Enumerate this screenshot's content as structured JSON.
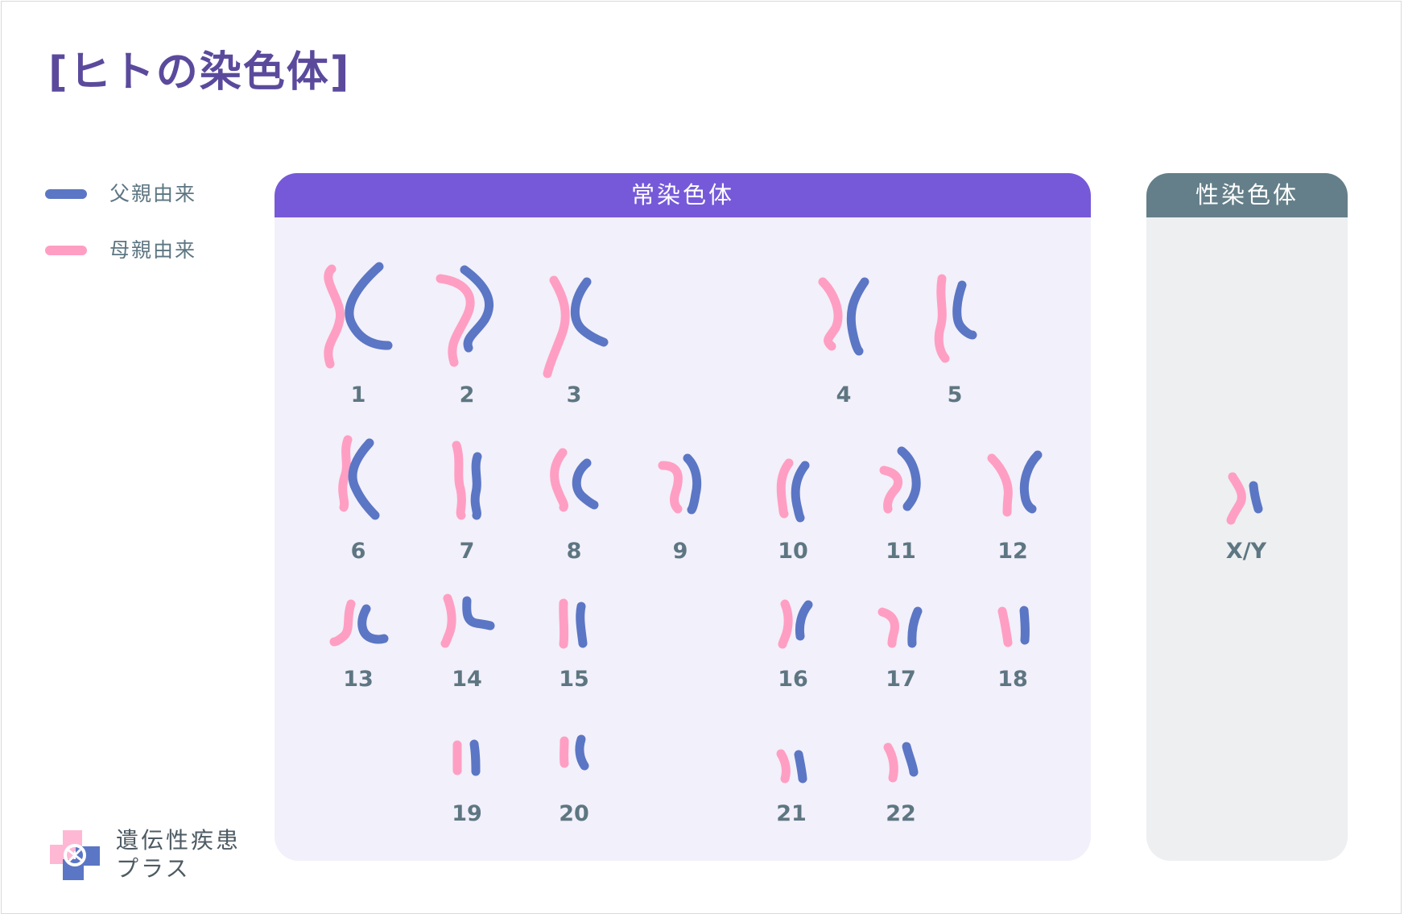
{
  "title": "[ヒトの染色体]",
  "legend": {
    "paternal": {
      "label": "父親由来",
      "color": "#5b76c4"
    },
    "maternal": {
      "label": "母親由来",
      "color": "#ff9ec3"
    }
  },
  "panels": {
    "autosomes": {
      "header": "常染色体",
      "color": "#7659d9"
    },
    "sex": {
      "header": "性染色体",
      "color": "#647f89"
    }
  },
  "chromosome_labels": [
    "1",
    "2",
    "3",
    "4",
    "5",
    "6",
    "7",
    "8",
    "9",
    "10",
    "11",
    "12",
    "13",
    "14",
    "15",
    "16",
    "17",
    "18",
    "19",
    "20",
    "21",
    "22",
    "X/Y"
  ],
  "logo": {
    "line1": "遺伝性疾患",
    "line2": "プラス"
  }
}
